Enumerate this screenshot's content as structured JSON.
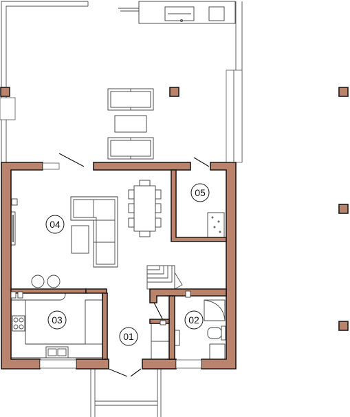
{
  "colors": {
    "wall": "#b9846b",
    "paper": "#ffffff",
    "ink": "#111111"
  },
  "rooms": [
    {
      "id": "room-01",
      "label": "01"
    },
    {
      "id": "room-02",
      "label": "02"
    },
    {
      "id": "room-03",
      "label": "03"
    },
    {
      "id": "room-04",
      "label": "04"
    },
    {
      "id": "room-05",
      "label": "05"
    }
  ]
}
